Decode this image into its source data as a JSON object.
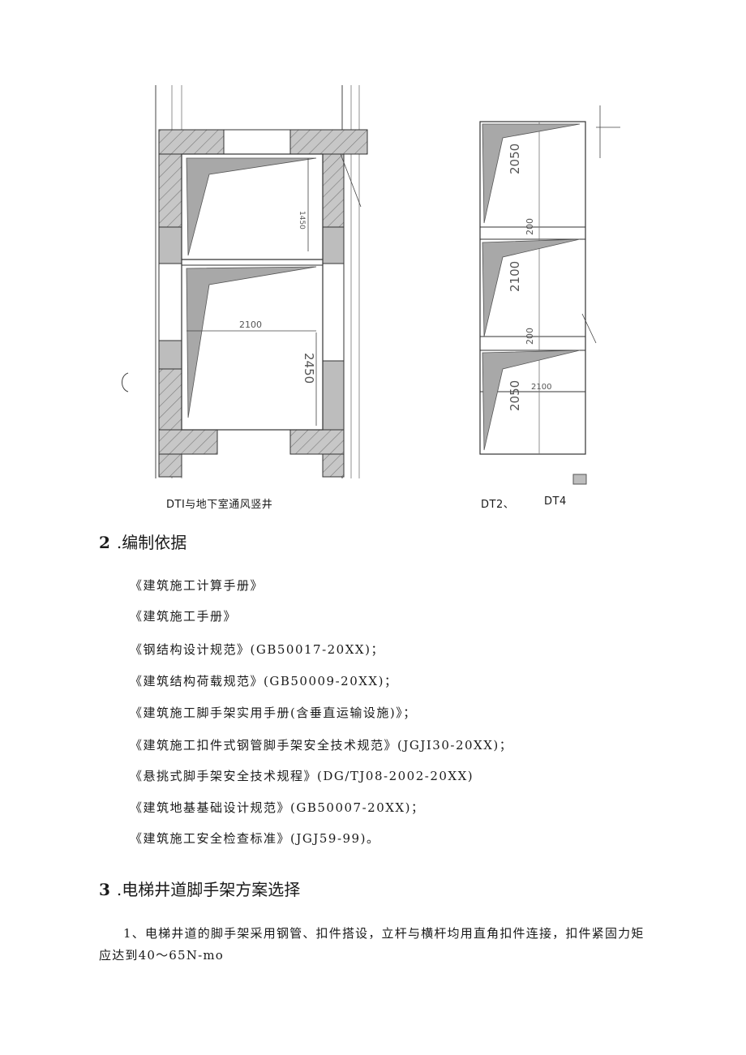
{
  "figures": {
    "left": {
      "caption": "DTI与地下室通风竖井",
      "dims": [
        "1450",
        "2100",
        "2450"
      ]
    },
    "right": {
      "caption_a": "DT2、",
      "caption_b": "DT4",
      "dims": [
        "2050",
        "200",
        "2100",
        "200",
        "2100",
        "2050"
      ]
    }
  },
  "section2": {
    "number": "2",
    "title": ".编制依据",
    "references": [
      "《建筑施工计算手册》",
      "《建筑施工手册》",
      "《钢结构设计规范》(GB50017-20XX)；",
      "《建筑结构荷载规范》(GB50009-20XX)；",
      "《建筑施工脚手架实用手册(含垂直运输设施)》；",
      "《建筑施工扣件式钢管脚手架安全技术规范》(JGJI30-20XX)；",
      "《悬挑式脚手架安全技术规程》(DG/TJ08-2002-20XX)",
      "《建筑地基基础设计规范》(GB50007-20XX)；",
      "《建筑施工安全检查标准》(JGJ59-99)。"
    ]
  },
  "section3": {
    "number": "3",
    "title": ".电梯井道脚手架方案选择",
    "paragraph": "1、电梯井道的脚手架采用钢管、扣件搭设，立杆与横杆均用直角扣件连接，扣件紧固力矩应达到40～65N-mo"
  }
}
